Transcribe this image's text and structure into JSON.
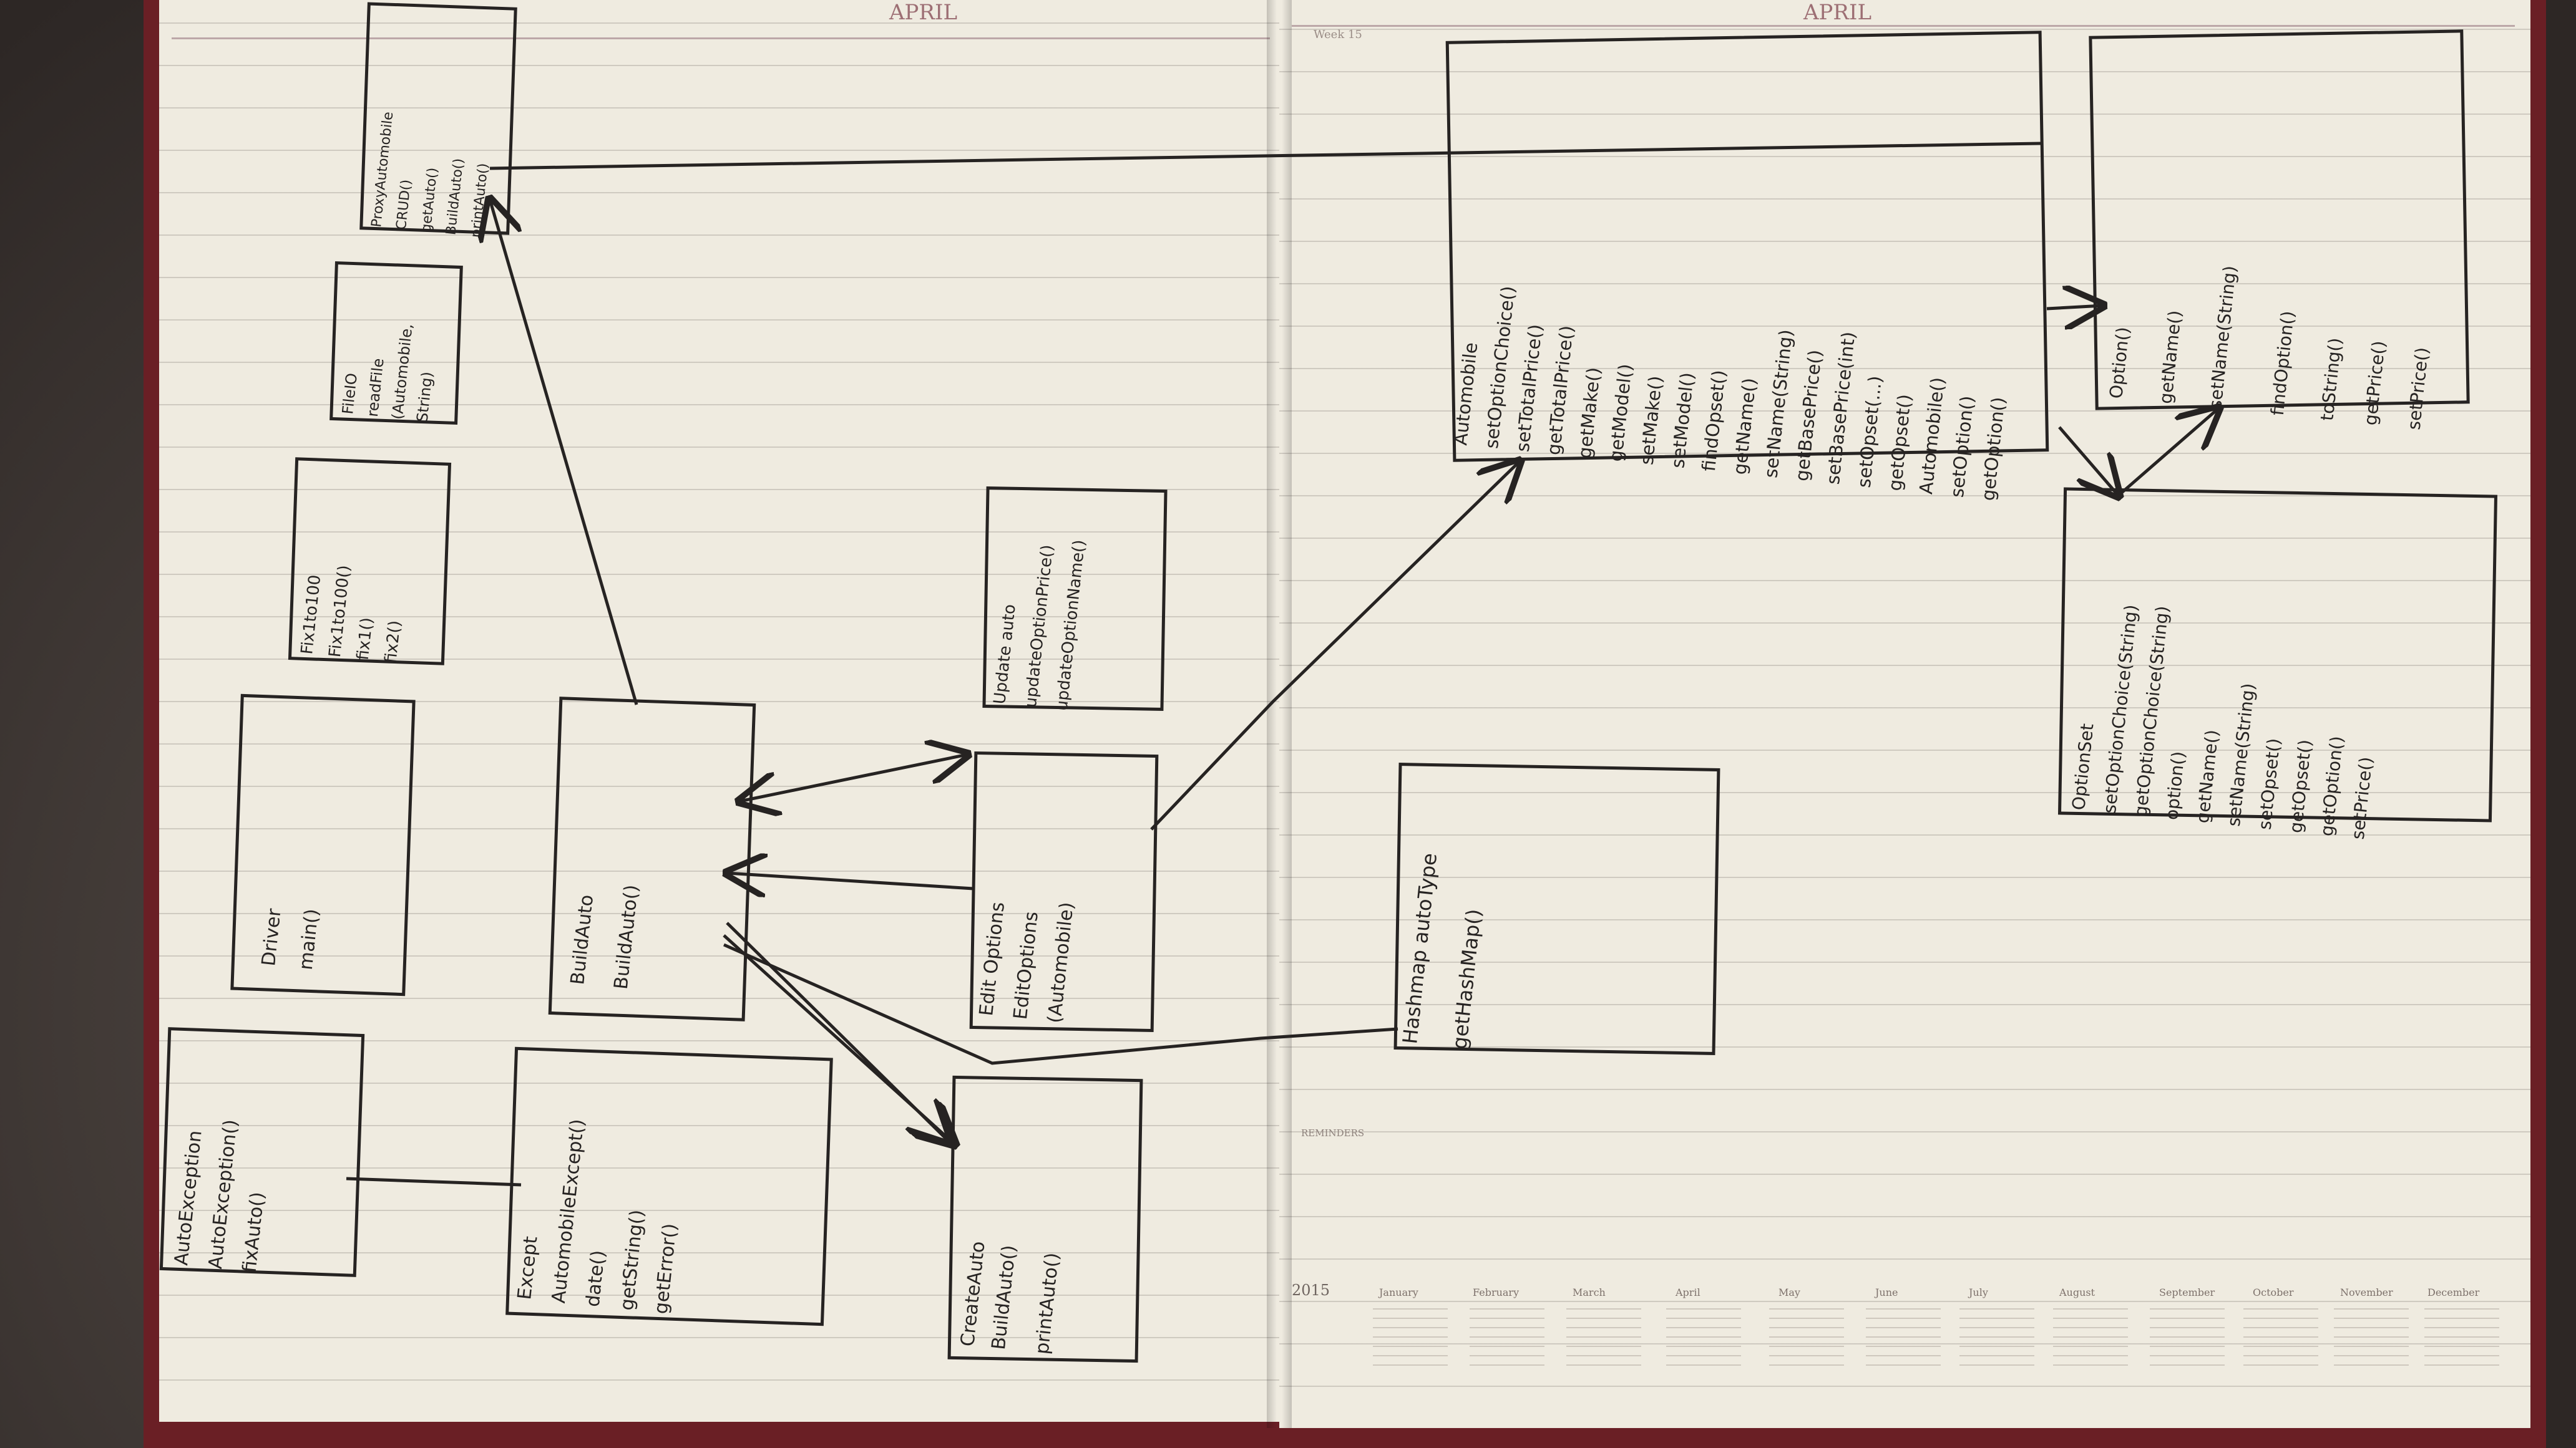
{
  "pages": {
    "left_month": "APRIL",
    "right_month": "APRIL",
    "right_week": "Week 15",
    "reminders_label": "REMINDERS",
    "year": "2015"
  },
  "calendar_months": [
    "January",
    "February",
    "March",
    "April",
    "May",
    "June",
    "July",
    "August",
    "September",
    "October",
    "November",
    "December"
  ],
  "diagram": {
    "boxes": [
      {
        "id": "autoexception",
        "title": "AutoException",
        "lines": [
          "AutoException()",
          "fixAuto()"
        ]
      },
      {
        "id": "except",
        "title": "Except",
        "lines": [
          "AutomobileExcept()",
          "date()",
          "getString()",
          "getError()"
        ]
      },
      {
        "id": "driver",
        "title": "Driver",
        "lines": [
          "main()"
        ]
      },
      {
        "id": "buildauto",
        "title": "BuildAuto",
        "lines": [
          "BuildAuto()"
        ]
      },
      {
        "id": "fix1to100",
        "title": "Fix1to100",
        "lines": [
          "Fix1to100()",
          "fix1()",
          "fix2()"
        ]
      },
      {
        "id": "fileio",
        "title": "FileIO",
        "lines": [
          "readFile",
          "(Automobile,",
          "String)"
        ]
      },
      {
        "id": "proxy",
        "title": "ProxyAutomobile",
        "lines": [
          "CRUD()",
          "getAuto()",
          "BuildAuto()",
          "printAuto()"
        ]
      },
      {
        "id": "updateauto",
        "title": "Update auto",
        "lines": [
          "updateOptionPrice()",
          "updateOptionName()"
        ]
      },
      {
        "id": "editoptions",
        "title": "Edit Options",
        "lines": [
          "EditOptions",
          "(Automobile)"
        ]
      },
      {
        "id": "createauto",
        "title": "CreateAuto",
        "lines": [
          "BuildAuto()",
          "printAuto()"
        ]
      },
      {
        "id": "automobile",
        "title": "Automobile",
        "lines": [
          "setOptionChoice()",
          "setTotalPrice()",
          "getTotalPrice()",
          "getMake()",
          "getModel()",
          "setMake()",
          "setModel()",
          "findOpset()",
          "getName()",
          "setName(String)",
          "getBasePrice()",
          "setBasePrice(int)",
          "setOpset(...)",
          "getOpset()",
          "Automobile()",
          "setOption()",
          "getOption()"
        ]
      },
      {
        "id": "hashmap",
        "title": "Hashmap autoType",
        "lines": [
          "getHashMap()"
        ]
      },
      {
        "id": "option",
        "title": "Option()",
        "lines": [
          "getName()",
          "setName(String)",
          "findOption()",
          "toString()",
          "getPrice()",
          "setPrice()"
        ]
      },
      {
        "id": "optionset",
        "title": "OptionSet",
        "lines": [
          "setOptionChoice(String)",
          "getOptionChoice(String)",
          "option()",
          "getName()",
          "setName(String)",
          "setOpset()",
          "getOpset()",
          "getOption()",
          "setPrice()"
        ]
      }
    ]
  }
}
